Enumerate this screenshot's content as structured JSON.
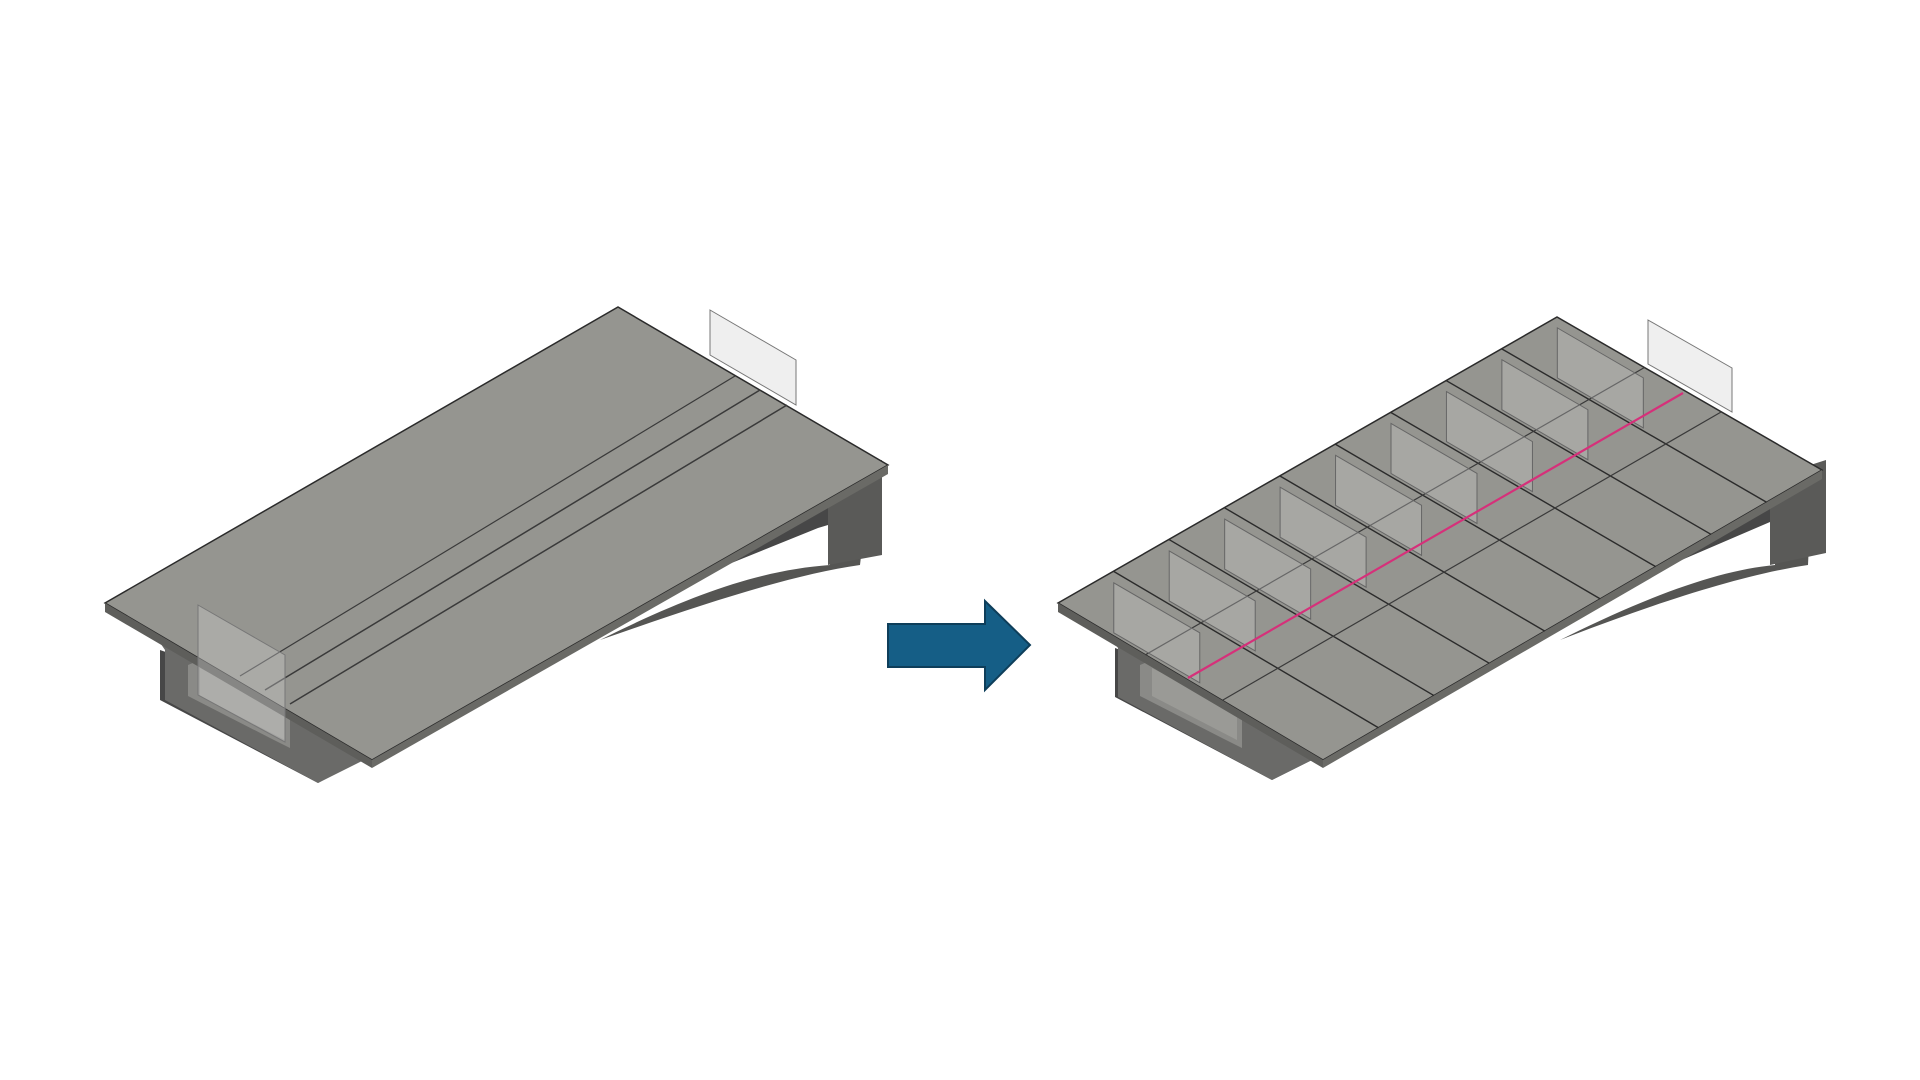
{
  "figure": {
    "background": "#ffffff",
    "panels": [
      {
        "id": "before",
        "segments": 1,
        "has_centerline": false
      },
      {
        "id": "after",
        "segments": 9,
        "has_centerline": true
      }
    ],
    "arrow": {
      "direction": "right",
      "fill": "#155e86",
      "stroke": "#0e3e5a"
    },
    "colors": {
      "deck_top": "#959590",
      "deck_shade": "#8c8c87",
      "deck_edge": "#5e5e5b",
      "girder_dark": "#474747",
      "girder_mid": "#6a6a68",
      "girder_inner": "#8a8a87",
      "outline": "#2b2b2b",
      "diaphragm_fill": "#ececec",
      "diaphragm_line": "#777777",
      "centerline": "#d6307a"
    }
  }
}
